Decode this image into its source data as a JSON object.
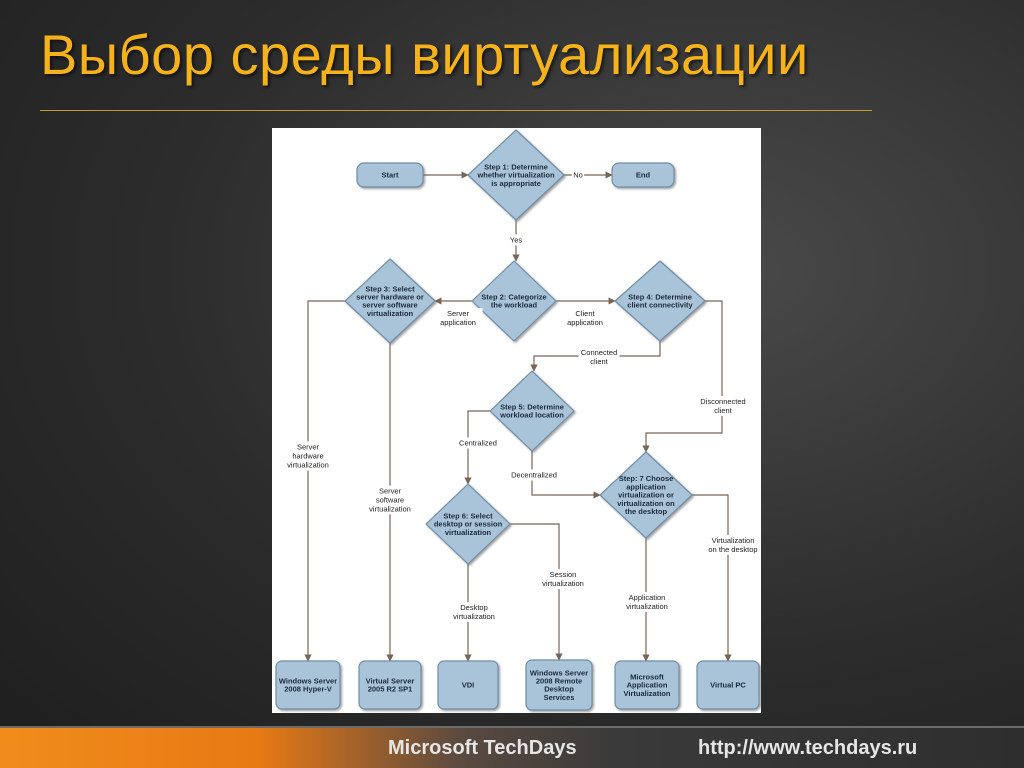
{
  "slide": {
    "title": "Выбор среды виртуализации",
    "footer_brand": "Microsoft TechDays",
    "footer_url": "http://www.techdays.ru"
  },
  "diagram": {
    "nodes": {
      "start": [
        "Start"
      ],
      "end": [
        "End"
      ],
      "step1": [
        "Step 1: Determine",
        "whether virtualization",
        "is appropriate"
      ],
      "step2": [
        "Step 2: Categorize",
        "the workload"
      ],
      "step3": [
        "Step 3: Select",
        "server hardware or",
        "server software",
        "virtualization"
      ],
      "step4": [
        "Step 4: Determine",
        "client connectivity"
      ],
      "step5": [
        "Step 5: Determine",
        "workload location"
      ],
      "step6": [
        "Step 6: Select",
        "desktop or session",
        "virtualization"
      ],
      "step7": [
        "Step: 7 Choose",
        "application",
        "virtualization or",
        "virtualization on",
        "the desktop"
      ],
      "hyperv": [
        "Windows Server",
        "2008 Hyper-V"
      ],
      "vserver": [
        "Virtual Server",
        "2005 R2 SP1"
      ],
      "vdi": [
        "VDI"
      ],
      "rds": [
        "Windows Server",
        "2008 Remote",
        "Desktop",
        "Services"
      ],
      "appv": [
        "Microsoft",
        "Application",
        "Virtualization"
      ],
      "vpc": [
        "Virtual PC"
      ]
    },
    "edge_labels": {
      "no": [
        "No"
      ],
      "yes": [
        "Yes"
      ],
      "server_app": [
        "Server",
        "application"
      ],
      "client_app": [
        "Client",
        "application"
      ],
      "connected": [
        "Connected",
        "client"
      ],
      "disconnected": [
        "Disconnected",
        "client"
      ],
      "centralized": [
        "Centralized"
      ],
      "decentralized": [
        "Decentralized"
      ],
      "server_hw": [
        "Server",
        "hardware",
        "virtualization"
      ],
      "server_sw": [
        "Server",
        "software",
        "virtualization"
      ],
      "desktop_virt": [
        "Desktop",
        "virtualization"
      ],
      "session_virt": [
        "Session",
        "virtualization"
      ],
      "app_virt": [
        "Application",
        "virtualization"
      ],
      "desktop_on": [
        "Virtualization",
        "on the desktop"
      ]
    },
    "colors": {
      "node_fill": "#a9c3d9",
      "node_stroke": "#6f8ea8",
      "arrow": "#7a6555"
    }
  }
}
